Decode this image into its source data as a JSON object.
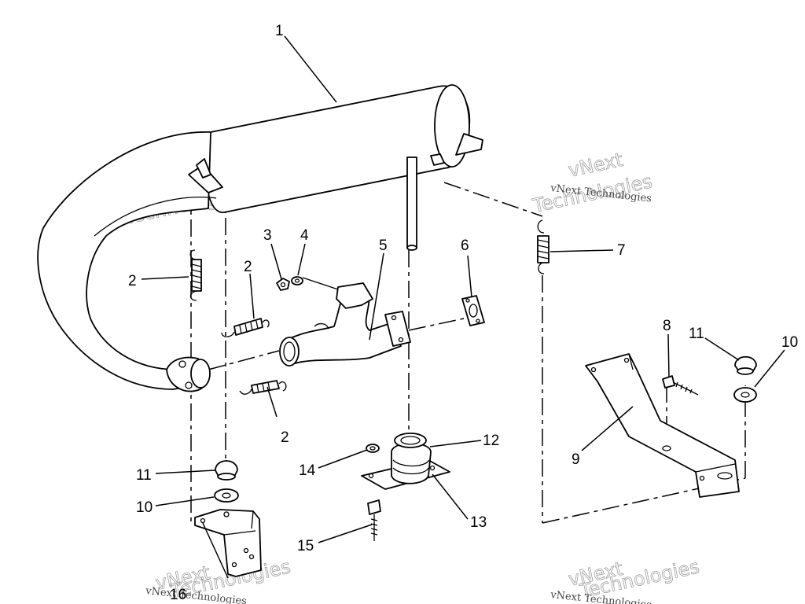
{
  "callouts": [
    "1",
    "2",
    "2",
    "2",
    "3",
    "4",
    "5",
    "6",
    "7",
    "8",
    "9",
    "10",
    "10",
    "11",
    "11",
    "12",
    "13",
    "14",
    "15",
    "16"
  ],
  "watermark": {
    "line1": "vNext Technologies",
    "line2": "vNext",
    "line3": "Technologies"
  },
  "colors": {
    "ink": "#000000",
    "paper": "#ffffff",
    "watermark": "#888888"
  }
}
